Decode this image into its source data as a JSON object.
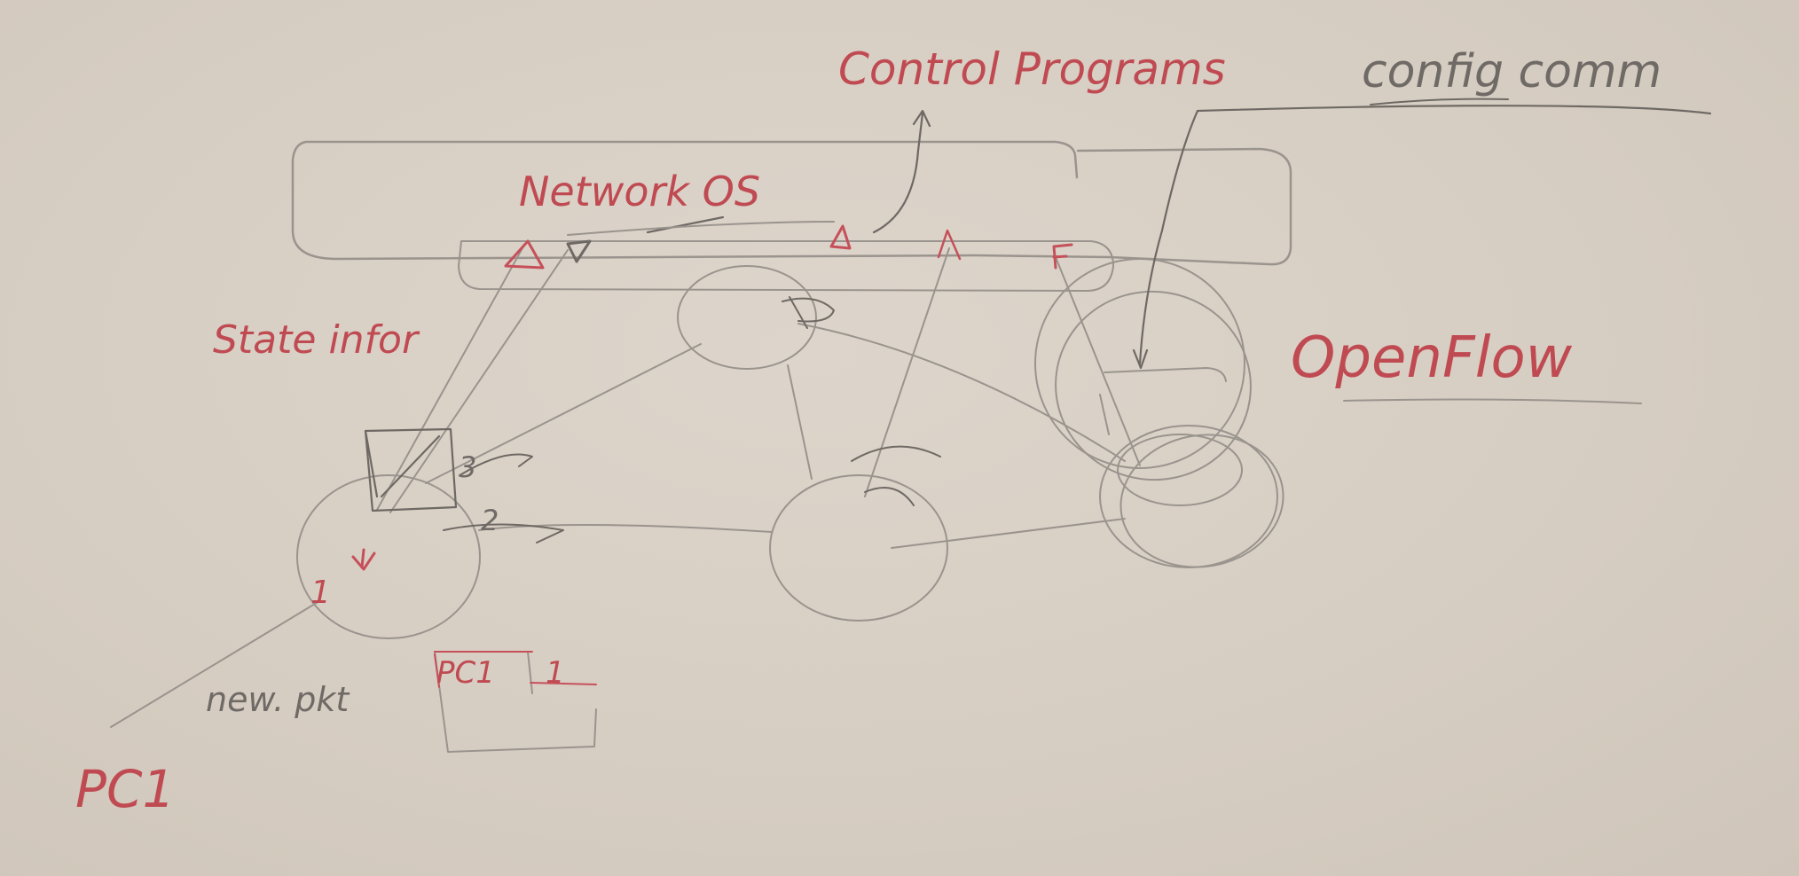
{
  "labels": {
    "control_programs": "Control Programs",
    "config_comm": "config comm",
    "network_os": "Network OS",
    "state_info": "State infor",
    "openflow": "OpenFlow",
    "new_pkt": "new. pkt",
    "pc1": "PC1",
    "table_src": "PC1",
    "table_port": "1",
    "step1": "1",
    "step2": "2",
    "step3": "3"
  },
  "colors": {
    "red_marker": "#c04a52",
    "pencil_grey": "#9a948e",
    "dark_marker": "#6e6964",
    "whiteboard": "#d9d0c6"
  }
}
